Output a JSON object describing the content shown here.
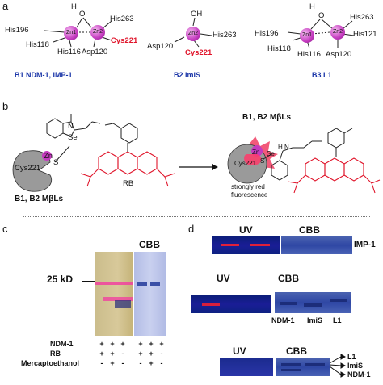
{
  "panels": {
    "a": "a",
    "b": "b",
    "c": "c",
    "d": "d"
  },
  "panel_a": {
    "b1": {
      "zn1": "Zn1",
      "zn2": "Zn2",
      "o": "O",
      "h": "H",
      "his196": "His196",
      "his118": "His118",
      "his116": "His116",
      "his263": "His263",
      "cys221": "Cys221",
      "asp120": "Asp120",
      "caption": "B1 NDM-1, IMP-1"
    },
    "b2": {
      "zn2": "Zn2",
      "oh": "OH",
      "his263": "His263",
      "asp120": "Asp120",
      "cys221": "Cys221",
      "caption": "B2 ImiS"
    },
    "b3": {
      "zn1": "Zn1",
      "zn2": "Zn2",
      "o": "O",
      "h": "H",
      "his196": "His196",
      "his118": "His118",
      "his116": "His116",
      "his263": "His263",
      "his121": "His121",
      "asp120": "Asp120",
      "caption": "B3 L1"
    }
  },
  "panel_b": {
    "left_label": "B1, B2 MβLs",
    "right_title": "B1, B2 MβLs",
    "zn": "Zn",
    "cys221": "Cys221",
    "s": "S",
    "se": "Se",
    "n": "N",
    "rb": "RB",
    "fluor_line1": "strongly red",
    "fluor_line2": "fluorescence",
    "cys221_right": "Cys221",
    "se_right": "Se",
    "s_right": "S",
    "zn_right": "Zn",
    "hn": "H",
    "n_right": "N"
  },
  "panel_c": {
    "cbb": "CBB",
    "marker": "25 kD",
    "rows": [
      {
        "label": "NDM-1",
        "marks": [
          "+",
          "+",
          "+",
          "+",
          "+",
          "+"
        ]
      },
      {
        "label": "RB",
        "marks": [
          "+",
          "+",
          "-",
          "+",
          "+",
          "-"
        ]
      },
      {
        "label": "Mercaptoethanol",
        "marks": [
          "-",
          "+",
          "-",
          "-",
          "+",
          "-"
        ]
      }
    ]
  },
  "panel_d": {
    "row1": {
      "uv": "UV",
      "cbb": "CBB",
      "right": "IMP-1"
    },
    "row2": {
      "uv": "UV",
      "cbb": "CBB",
      "lanes": [
        "NDM-1",
        "ImiS",
        "L1"
      ]
    },
    "row3": {
      "uv": "UV",
      "cbb": "CBB",
      "arrows": [
        "L1",
        "ImiS",
        "NDM-1"
      ]
    }
  },
  "colors": {
    "zinc": "#c43bbf",
    "cys_red": "#e0142a",
    "caption_blue": "#1a35a8",
    "rb_red": "#e0142a"
  }
}
